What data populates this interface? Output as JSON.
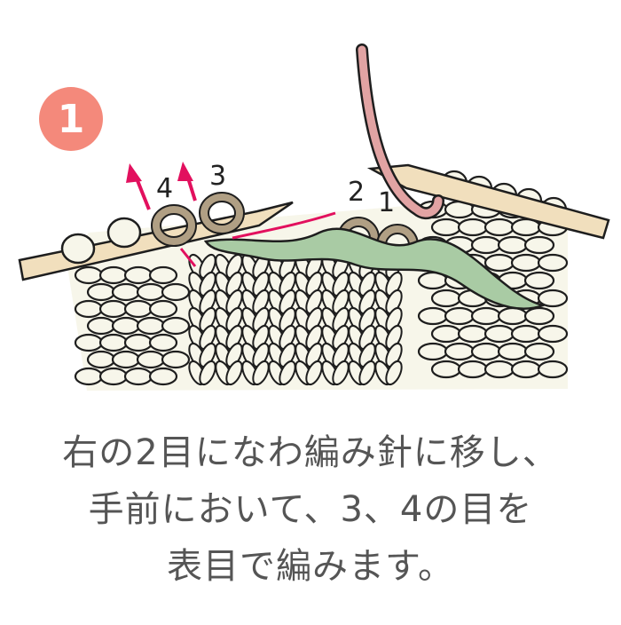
{
  "step": {
    "number": "1"
  },
  "diagram": {
    "stitch_labels": [
      "1",
      "2",
      "3",
      "4"
    ]
  },
  "caption": {
    "lines": [
      "右の2目になわ編み針に移し、",
      "手前において、3、4の目を",
      "表目で編みます。"
    ]
  },
  "colors": {
    "badge": "#f4897b",
    "yarn": "#f7f6ea",
    "yarn_outline": "#1e1e1e",
    "cable_needle": "#a9cba4",
    "worked_stitches": "#b09f84",
    "needle": "#f1dfbd",
    "working_yarn": "#e1a3a3",
    "arrows": "#e2105e",
    "caption_text": "#555555"
  }
}
